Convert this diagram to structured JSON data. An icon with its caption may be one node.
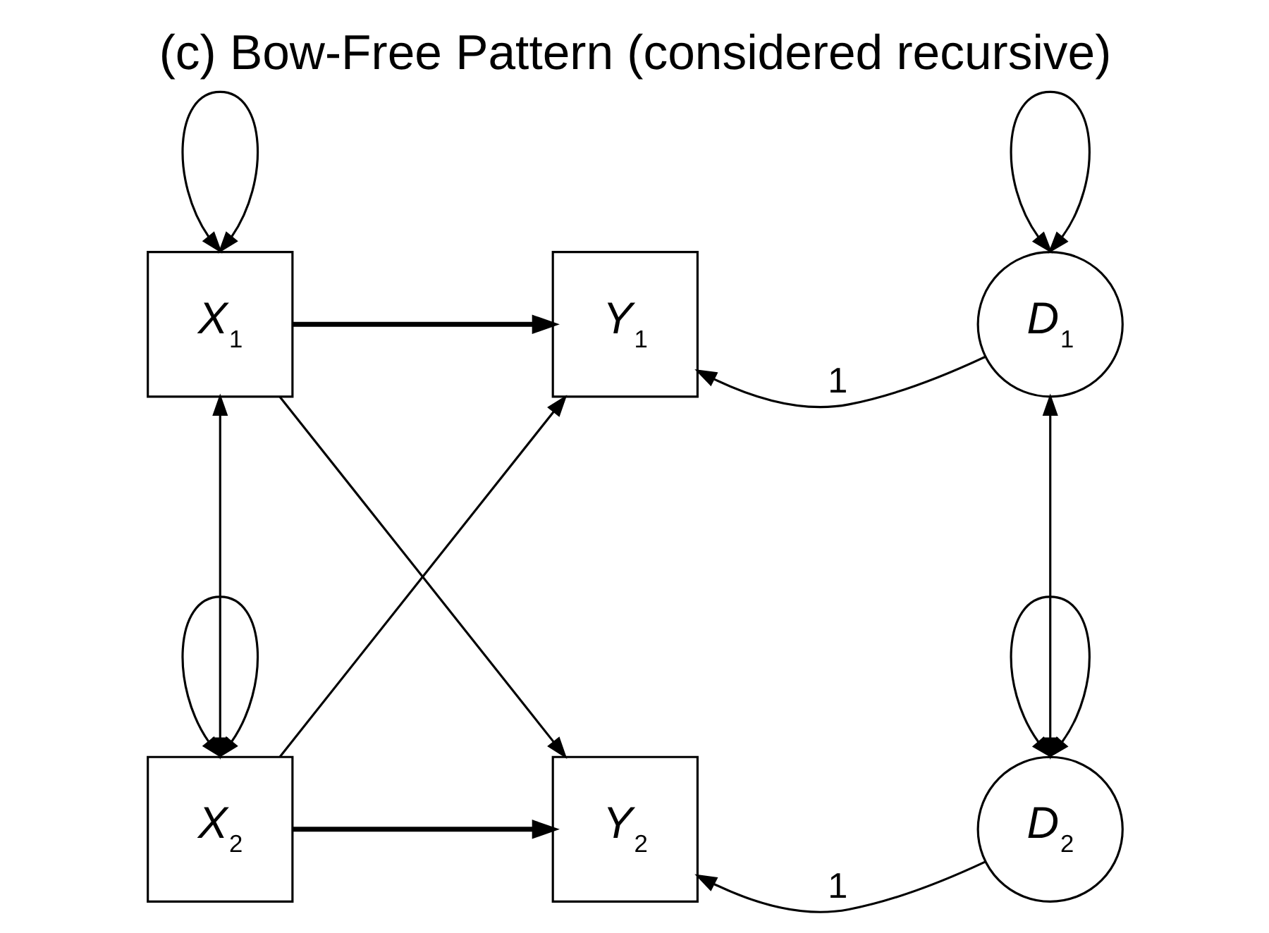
{
  "diagram": {
    "title": "(c) Bow-Free Pattern (considered recursive)",
    "nodes": [
      {
        "text": [
          "*X*$_{1}$"
        ]
      },
      {
        "text": [
          "*X*$_{2}$"
        ]
      },
      {
        "text": [
          "*Y*$_{1}$"
        ]
      },
      {
        "text": [
          "*Y*$_{2}$"
        ]
      },
      {
        "text": [
          "*D*$_{1}$"
        ]
      },
      {
        "text": [
          "*D*$_{2}$"
        ]
      }
    ],
    "edges": [
      {
        "from": 0,
        "to": 0,
        "arrow": "both"
      },
      {
        "from": 1,
        "to": 1,
        "arrow": "both"
      },
      {
        "from": 4,
        "to": 4,
        "arrow": "both"
      },
      {
        "from": 5,
        "to": 5,
        "arrow": "both"
      },
      {
        "from": 0,
        "to": 1,
        "arrow": "both"
      },
      {
        "from": 4,
        "to": 5,
        "arrow": "both"
      },
      {
        "from": 0,
        "to": 2,
        "arrow": "to",
        "style": "thick"
      },
      {
        "from": 0,
        "to": 3,
        "arrow": "to"
      },
      {
        "from": 1,
        "to": 2,
        "arrow": "to"
      },
      {
        "from": 1,
        "to": 3,
        "arrow": "to",
        "style": "thick"
      },
      {
        "from": 4,
        "to": 2,
        "arrow": "to",
        "label": "1"
      },
      {
        "from": 5,
        "to": 3,
        "arrow": "to",
        "label": "1"
      }
    ]
  }
}
